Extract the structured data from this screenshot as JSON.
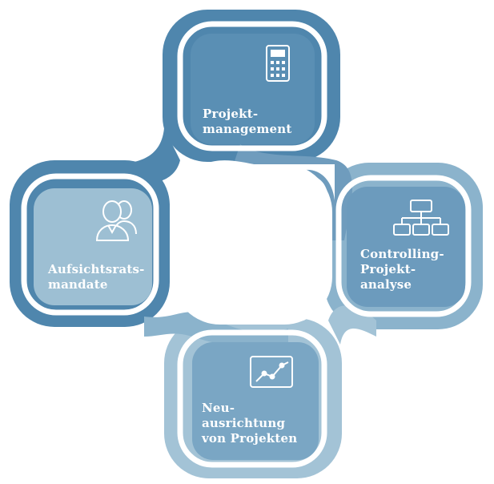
{
  "diagram": {
    "colors": {
      "ring_dark": "#4f86ad",
      "ring_mid": "#6f9cbd",
      "ring_light": "#a3c3d6",
      "gap": "#ffffff"
    },
    "boxes": [
      {
        "id": "projektmanagement",
        "lines": [
          "Projekt-",
          "management"
        ],
        "icon": "calculator-icon",
        "fill": "#5a8fb4"
      },
      {
        "id": "controlling",
        "lines": [
          "Controlling-",
          "Projekt-",
          "analyse"
        ],
        "icon": "org-chart-icon",
        "fill": "#6c9bbd"
      },
      {
        "id": "neuausrichtung",
        "lines": [
          "Neu-",
          "ausrichtung",
          "von Projekten"
        ],
        "icon": "line-chart-icon",
        "fill": "#7aa6c4"
      },
      {
        "id": "aufsichtsrat",
        "lines": [
          "Aufsichtsrats-",
          "mandate"
        ],
        "icon": "people-icon",
        "fill": "#9dbfd3"
      }
    ]
  }
}
